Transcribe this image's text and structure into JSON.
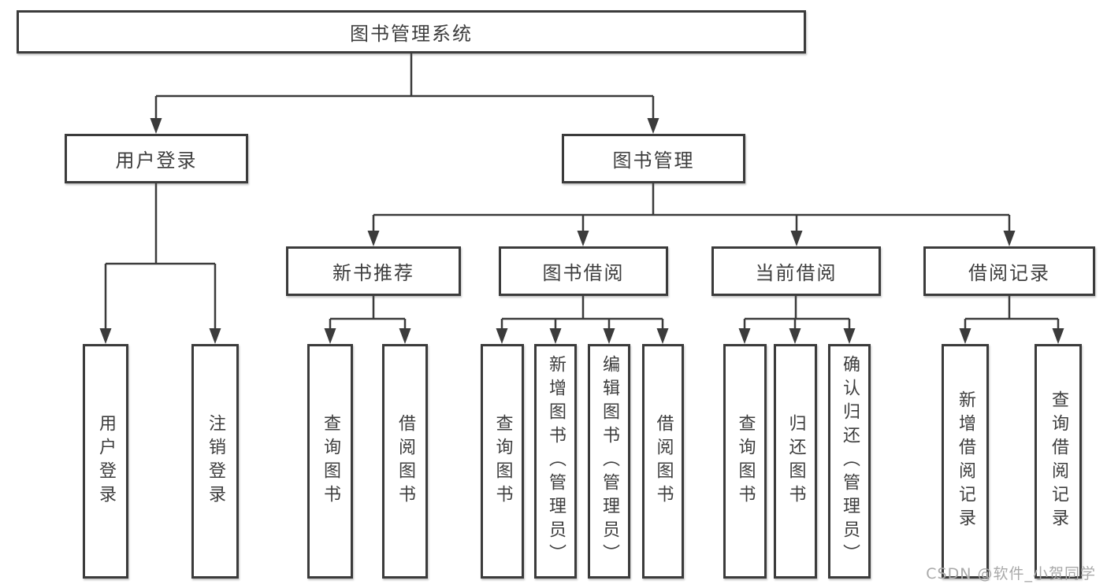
{
  "tree": {
    "root": "图书管理系统",
    "branches": [
      {
        "label": "用户登录",
        "children": [
          "用户登录",
          "注销登录"
        ]
      },
      {
        "label": "图书管理",
        "groups": [
          {
            "label": "新书推荐",
            "children": [
              "查询图书",
              "借阅图书"
            ]
          },
          {
            "label": "图书借阅",
            "children": [
              "查询图书",
              "新增图书（管理员）",
              "编辑图书（管理员）",
              "借阅图书"
            ]
          },
          {
            "label": "当前借阅",
            "children": [
              "查询图书",
              "归还图书",
              "确认归还（管理员）"
            ]
          },
          {
            "label": "借阅记录",
            "children": [
              "新增借阅记录",
              "查询借阅记录"
            ]
          }
        ]
      }
    ]
  },
  "watermark": "CSDN @软件_小贺同学",
  "colors": {
    "line": "#3b3b3b",
    "border": "#3b3b3b",
    "text": "#3d3d3d",
    "watermark": "#a9a9a9",
    "background": "#ffffff"
  }
}
